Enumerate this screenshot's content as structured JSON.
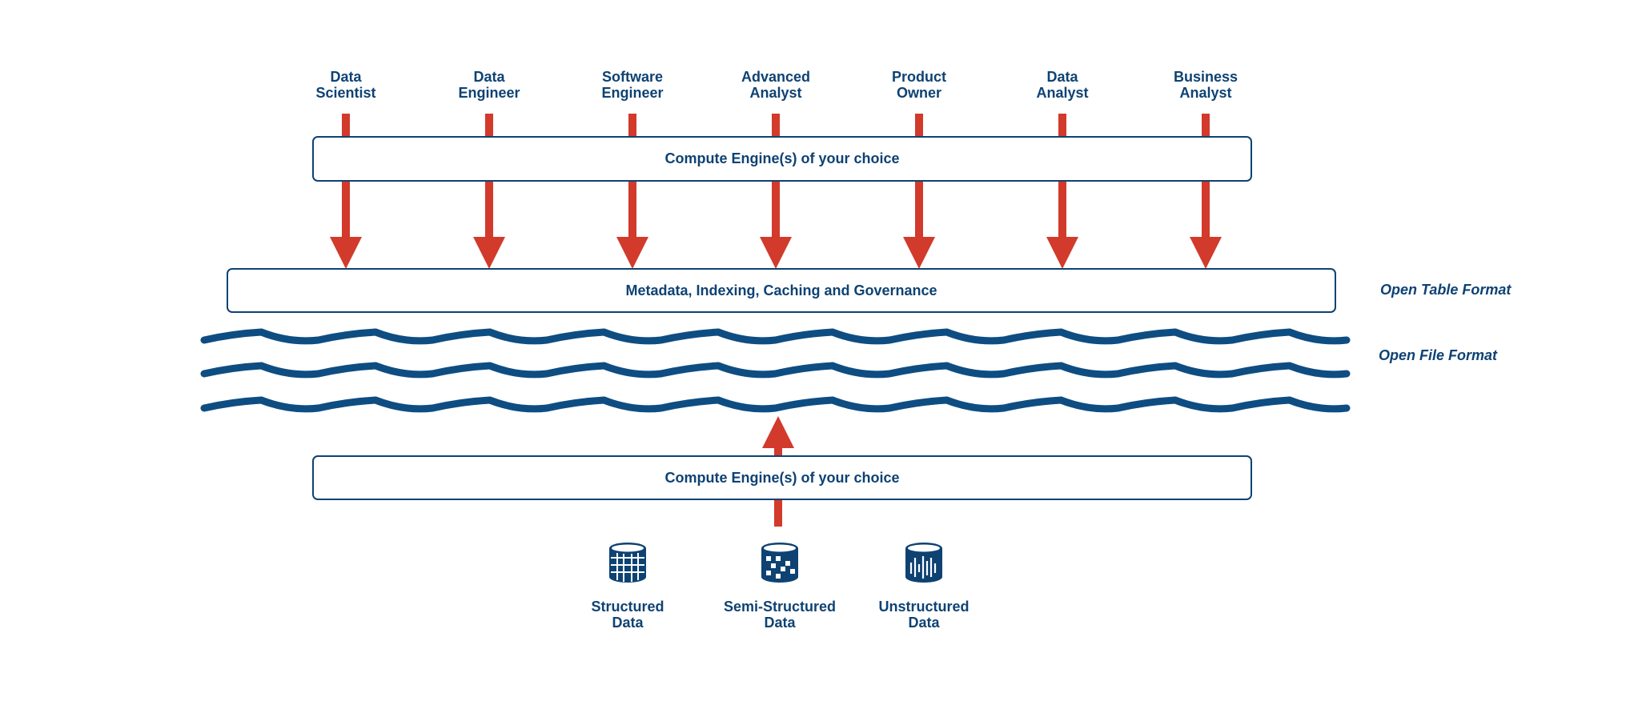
{
  "personas": [
    {
      "line1": "Data",
      "line2": "Scientist"
    },
    {
      "line1": "Data",
      "line2": "Engineer"
    },
    {
      "line1": "Software",
      "line2": "Engineer"
    },
    {
      "line1": "Advanced",
      "line2": "Analyst"
    },
    {
      "line1": "Product",
      "line2": "Owner"
    },
    {
      "line1": "Data",
      "line2": "Analyst"
    },
    {
      "line1": "Business",
      "line2": "Analyst"
    }
  ],
  "layers": {
    "compute_top": "Compute Engine(s) of your choice",
    "metadata": "Metadata, Indexing, Caching and Governance",
    "compute_bottom": "Compute Engine(s) of your choice"
  },
  "side_labels": {
    "table_format": "Open Table Format",
    "file_format": "Open File Format"
  },
  "sources": [
    {
      "line1": "Structured",
      "line2": "Data",
      "icon": "structured-database-icon"
    },
    {
      "line1": "Semi-Structured",
      "line2": "Data",
      "icon": "semi-structured-database-icon"
    },
    {
      "line1": "Unstructured",
      "line2": "Data",
      "icon": "unstructured-database-icon"
    }
  ],
  "colors": {
    "primary": "#0e4273",
    "arrow": "#d23a2b",
    "wave": "#0e4d82"
  }
}
